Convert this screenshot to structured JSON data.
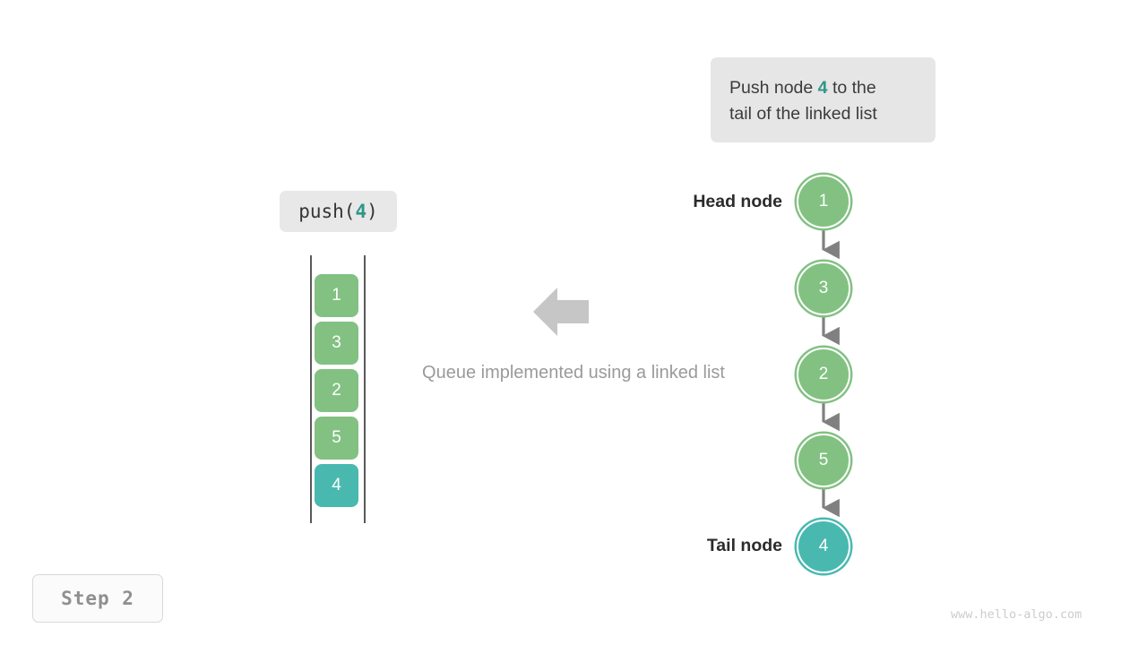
{
  "callout": {
    "line1_prefix": "Push node ",
    "highlight": "4",
    "line1_suffix": " to the",
    "line2": "tail of the linked list",
    "background": "#e6e6e6",
    "highlight_color": "#2f9688"
  },
  "operation": {
    "label_prefix": "push(",
    "label_arg": "4",
    "label_suffix": ")",
    "background": "#e8e8e8"
  },
  "queue": {
    "cells": [
      {
        "value": "1",
        "state": "normal"
      },
      {
        "value": "3",
        "state": "normal"
      },
      {
        "value": "2",
        "state": "normal"
      },
      {
        "value": "5",
        "state": "normal"
      },
      {
        "value": "4",
        "state": "highlight"
      }
    ]
  },
  "caption": {
    "text": "Queue implemented using a linked list",
    "color": "#9a9a9a"
  },
  "arrow": {
    "direction": "left",
    "color": "#c6c6c6"
  },
  "linked_list": {
    "head_label": "Head node",
    "tail_label": "Tail node",
    "nodes": [
      {
        "value": "1",
        "state": "normal"
      },
      {
        "value": "3",
        "state": "normal"
      },
      {
        "value": "2",
        "state": "normal"
      },
      {
        "value": "5",
        "state": "normal"
      },
      {
        "value": "4",
        "state": "highlight"
      }
    ],
    "connector_color": "#808080"
  },
  "step_badge": {
    "text": "Step 2"
  },
  "watermark": {
    "text": "www.hello-algo.com"
  },
  "colors": {
    "node_green": "#82c182",
    "node_teal": "#49b9b0",
    "text_dark": "#2b2b2b",
    "text_gray": "#9a9a9a"
  }
}
